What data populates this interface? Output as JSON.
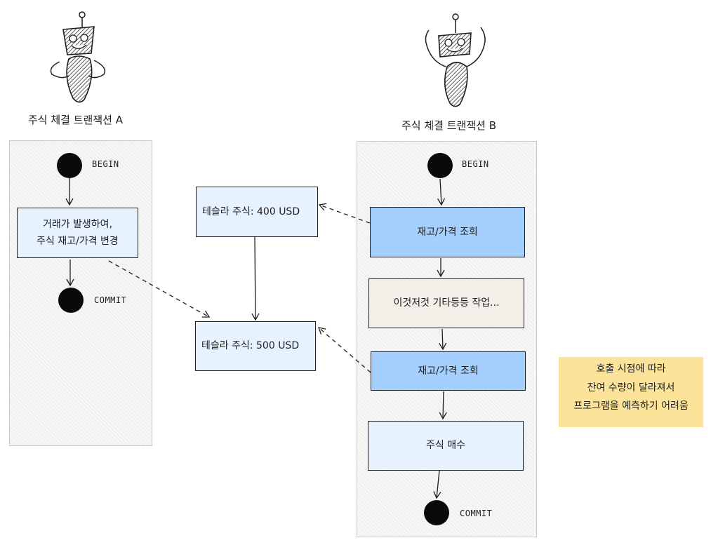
{
  "lanes": {
    "a": {
      "title": "주식 체결 트랜잭션 A"
    },
    "b": {
      "title": "주식 체결 트랜잭션 B"
    }
  },
  "lane_a": {
    "begin": "BEGIN",
    "action": [
      "거래가 발생하여,",
      "주식 재고/가격 변경"
    ],
    "commit": "COMMIT"
  },
  "lane_b": {
    "begin": "BEGIN",
    "read1": "재고/가격 조회",
    "misc": "이것저것 기타등등 작업...",
    "read2": "재고/가격 조회",
    "buy": "주식 매수",
    "commit": "COMMIT"
  },
  "states": {
    "v400": "테슬라 주식: 400 USD",
    "v500": "테슬라 주식: 500 USD"
  },
  "note": [
    "호출 시점에 따라",
    "잔여 수량이 달라져서",
    "프로그램을 예측하기 어려움"
  ],
  "colors": {
    "lane_bg": "#f0f0f0",
    "box_light": "#e7f2ff",
    "box_blue": "#a5d0fd",
    "box_beige": "#f2efe9",
    "note": "#fbe49a"
  }
}
